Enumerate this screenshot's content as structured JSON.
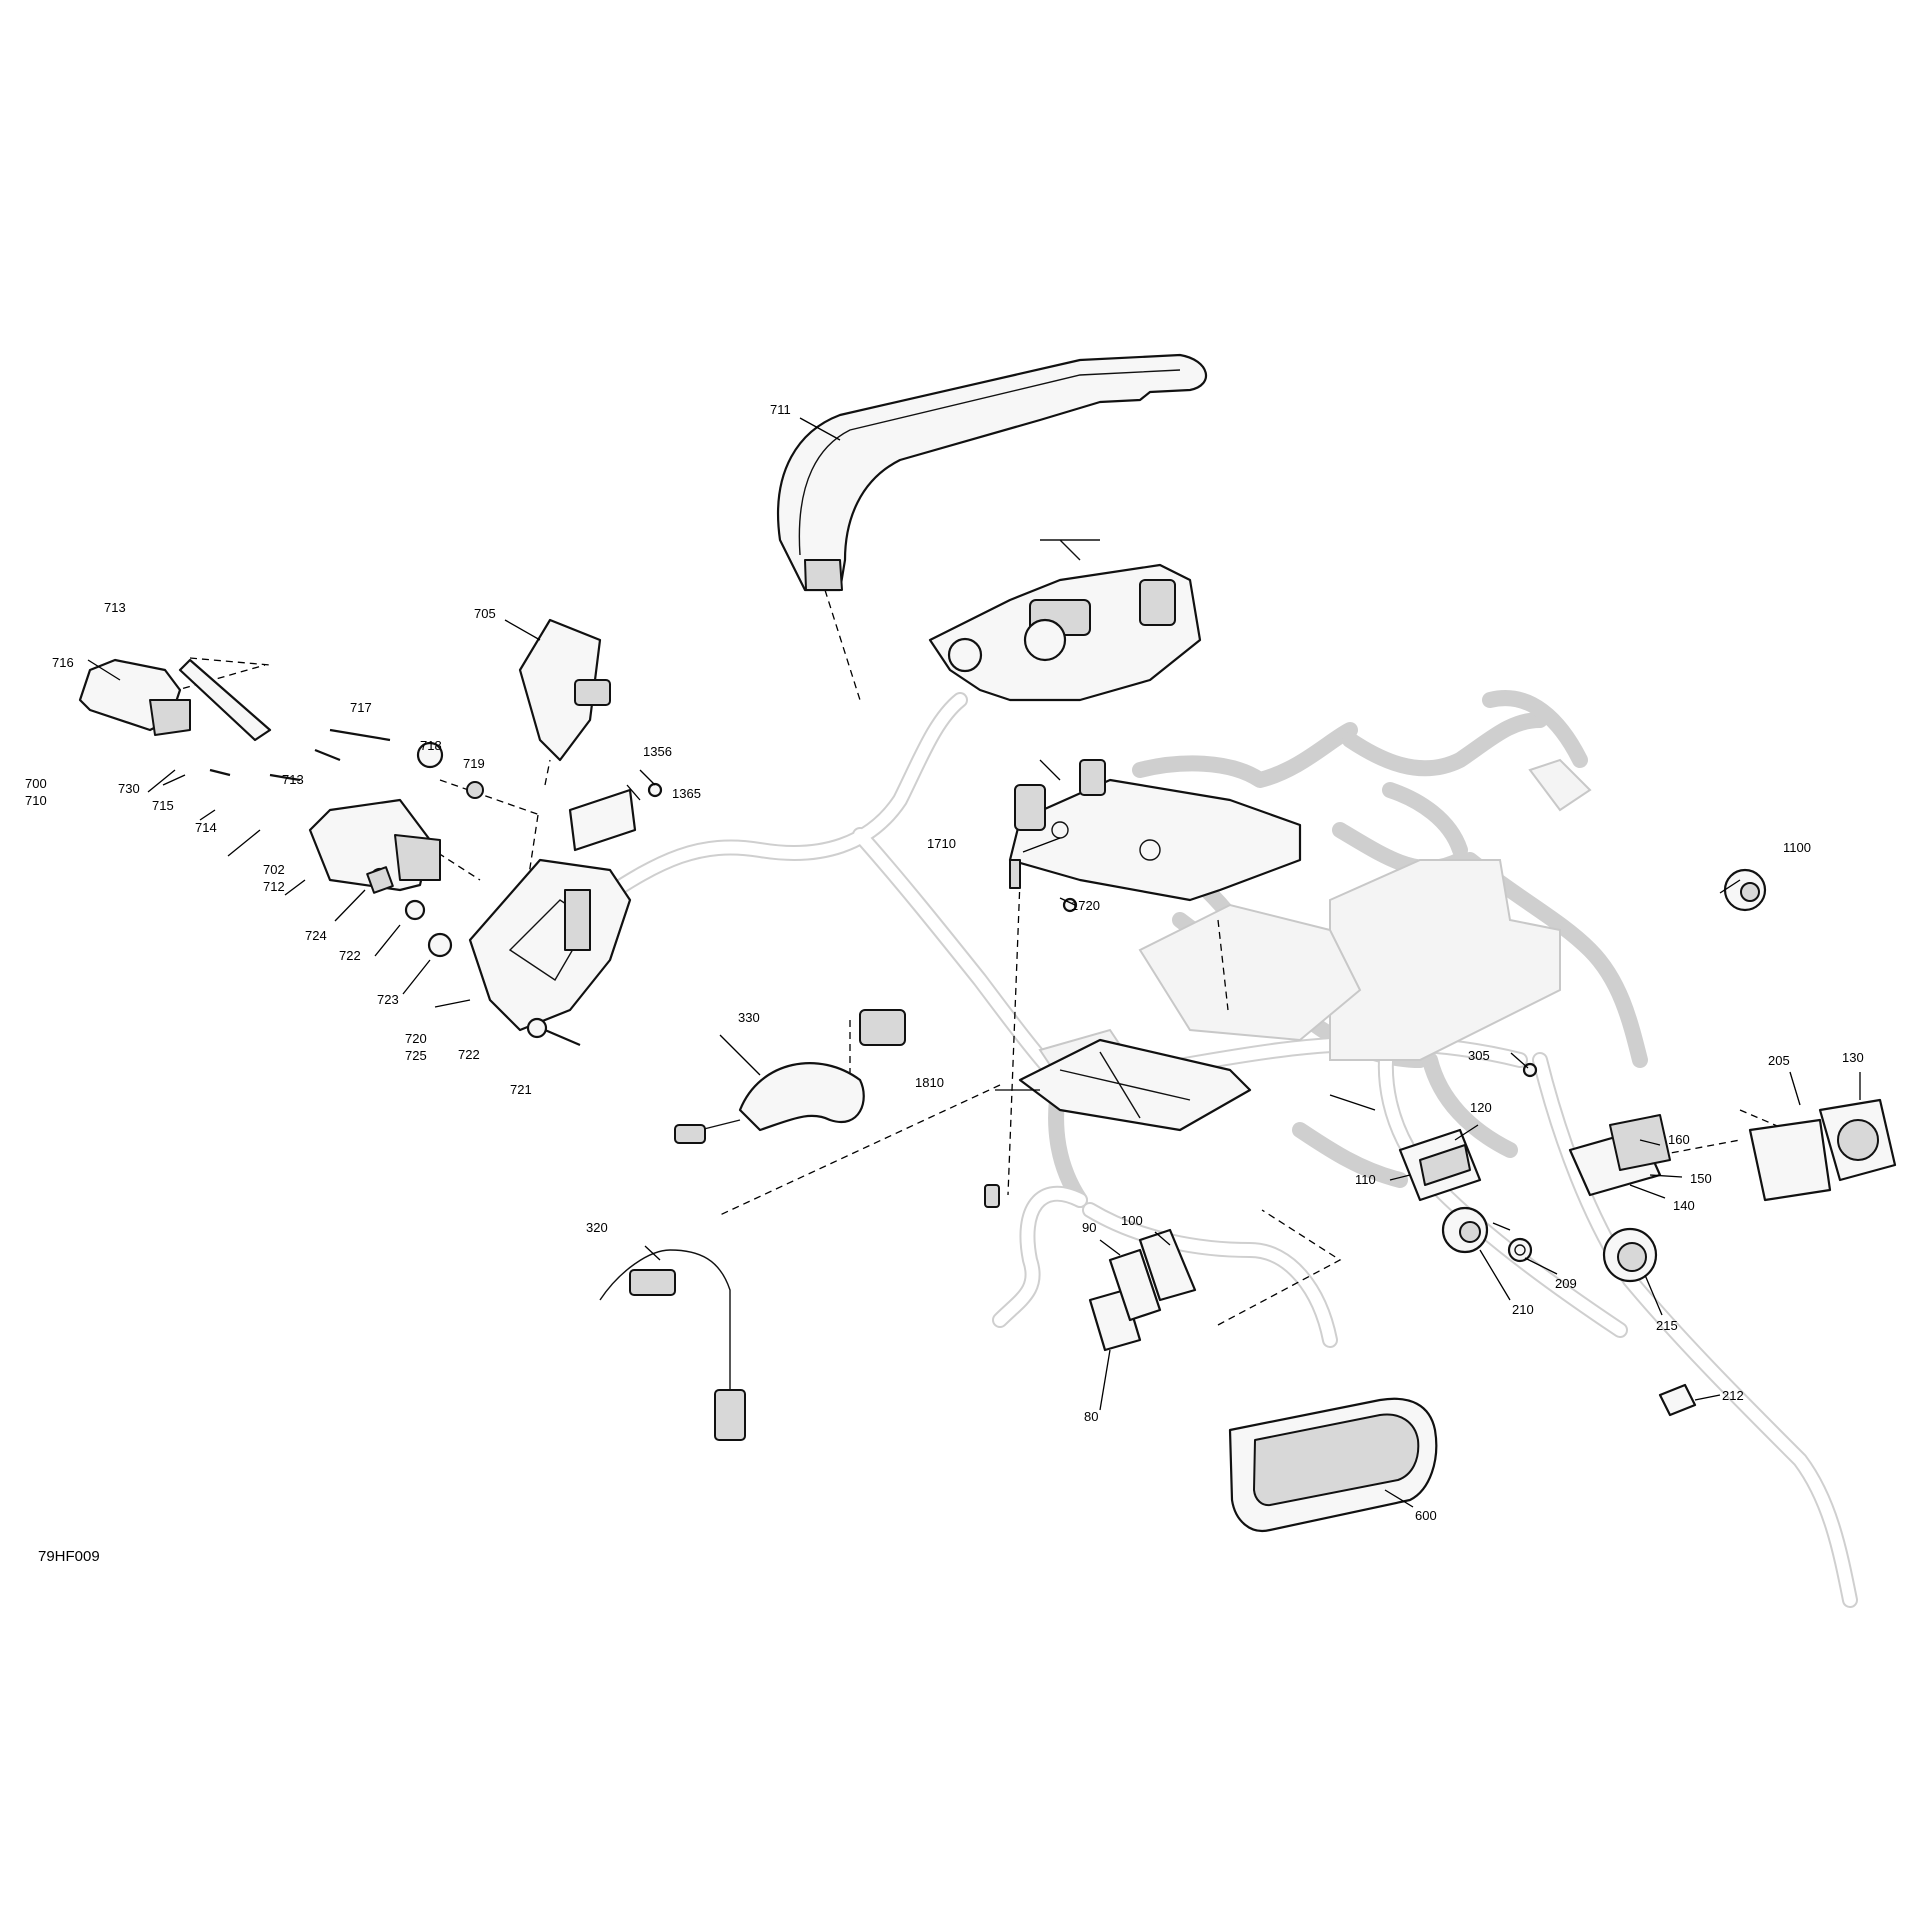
{
  "diagram": {
    "reference_code": "79HF009",
    "callouts": [
      "711",
      "705",
      "713",
      "716",
      "700",
      "710",
      "717",
      "718",
      "719",
      "713",
      "730",
      "715",
      "714",
      "702",
      "712",
      "724",
      "722",
      "723",
      "720",
      "725",
      "722",
      "721",
      "1356",
      "1365",
      "1710",
      "1720",
      "1100",
      "330",
      "305",
      "205",
      "130",
      "1810",
      "120",
      "160",
      "150",
      "140",
      "110",
      "320",
      "100",
      "90",
      "209",
      "210",
      "215",
      "80",
      "212",
      "600"
    ]
  }
}
